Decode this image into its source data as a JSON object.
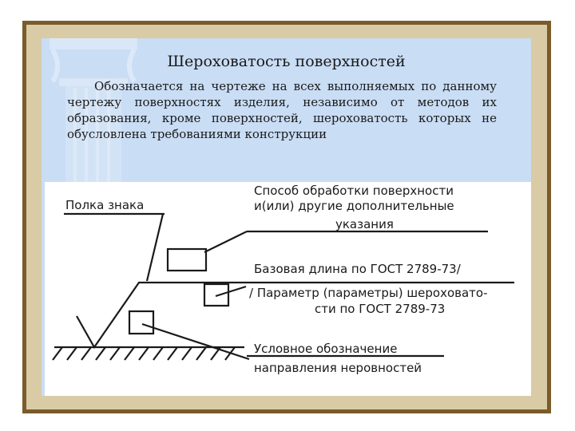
{
  "slide": {
    "title": "Шероховатость поверхностей",
    "paragraph": "Обозначается на чертеже на всех выполняемых по данному чертежу поверхностях изделия, независимо от методов их образования, кроме поверхностей, шероховатость которых не обусловлена требованиями конструкции"
  },
  "diagram": {
    "label_shelf": "Полка знака",
    "label_method_1": "Способ обработки поверхности",
    "label_method_2": "и(или) другие дополнительные",
    "label_method_3": "указания",
    "label_base_1": "Базовая длина по ГОСТ 2789-73/",
    "label_base_2": "/ Параметр (параметры) шероховато-",
    "label_base_3": "сти по ГОСТ 2789-73",
    "label_dir_1": "Условное обозначение",
    "label_dir_2": "направления неровностей"
  }
}
